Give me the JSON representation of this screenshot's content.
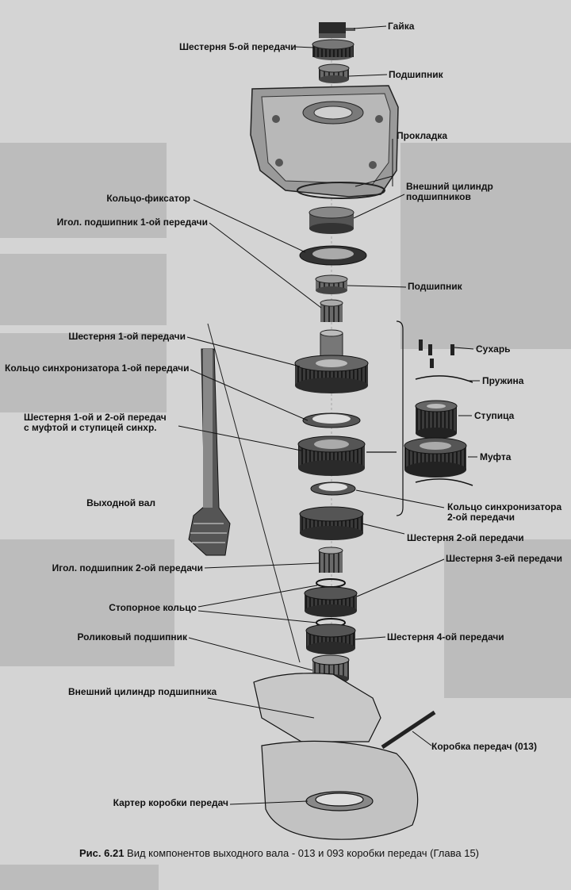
{
  "labels": {
    "nut": "Гайка",
    "gear5": "Шестерня 5-ой передачи",
    "bearing_top": "Подшипник",
    "gasket": "Прокладка",
    "outer_race_line1": "Внешний цилиндр",
    "outer_race_line2": "подшипников",
    "retaining_ring": "Кольцо-фиксатор",
    "needle_bearing_1st": "Игол. подшипник 1-ой передачи",
    "bearing_mid": "Подшипник",
    "gear1": "Шестерня 1-ой передачи",
    "synchro_ring_1st": "Кольцо синхронизатора 1-ой передачи",
    "gear12_line1": "Шестерня 1-ой и 2-ой передач",
    "gear12_line2": "с муфтой и ступицей синхр.",
    "key": "Сухарь",
    "spring": "Пружина",
    "hub": "Ступица",
    "sleeve": "Муфта",
    "output_shaft": "Выходной вал",
    "synchro_ring_2nd_line1": "Кольцо синхронизатора",
    "synchro_ring_2nd_line2": "2-ой передачи",
    "gear2": "Шестерня 2-ой передачи",
    "needle_bearing_2nd": "Игол. подшипник 2-ой передачи",
    "gear3": "Шестерня 3-ей передачи",
    "snap_ring": "Стопорное кольцо",
    "gear4": "Шестерня 4-ой передачи",
    "roller_bearing": "Роликовый подшипник",
    "outer_race_bottom": "Внешний цилиндр подшипника",
    "gearbox_013": "Коробка передач (013)",
    "gearbox_housing": "Картер коробки передач"
  },
  "caption": {
    "fig": "Рис. 6.21",
    "text": "Вид компонентов выходного вала - 013 и 093 коробки передач (Глава 15)"
  }
}
